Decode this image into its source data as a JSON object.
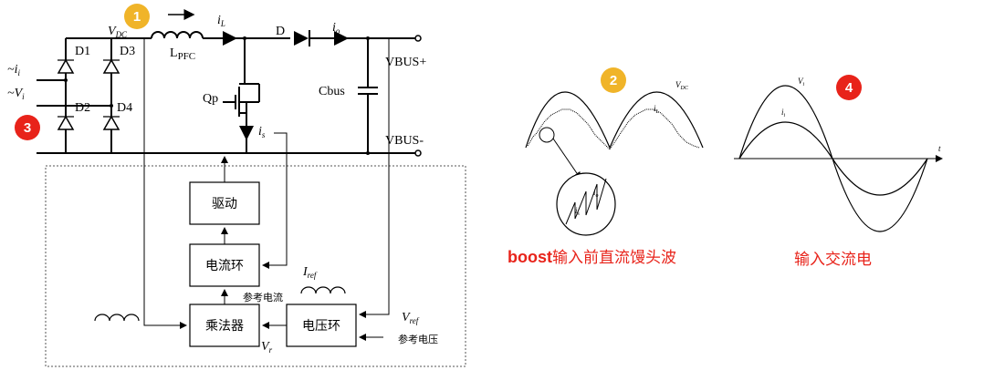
{
  "circuit": {
    "d1": "D1",
    "d2": "D2",
    "d3": "D3",
    "d4": "D4",
    "vdc_main": "V",
    "vdc_sub": "DC",
    "il_main": "i",
    "il_sub": "L",
    "lpfc_main": "L",
    "lpfc_sub": "PFC",
    "diode": "D",
    "io_main": "i",
    "io_sub": "o",
    "vbus_plus": "VBUS+",
    "vbus_minus": "VBUS-",
    "cbus": "Cbus",
    "qp": "Qp",
    "is_main": "i",
    "is_sub": "s",
    "input_i": "~i",
    "input_i_sub": "i",
    "input_v": "~V",
    "input_v_sub": "i"
  },
  "control": {
    "driver": "驱动",
    "current_loop": "电流环",
    "multiplier": "乘法器",
    "voltage_loop": "电压环",
    "ref_current": "参考电流",
    "ref_voltage": "参考电压",
    "iref_main": "I",
    "iref_sub": "ref",
    "vref_main": "V",
    "vref_sub": "ref",
    "vr_main": "V",
    "vr_sub": "r"
  },
  "badges": {
    "b1": "1",
    "b2": "2",
    "b3": "3",
    "b4": "4"
  },
  "badge_colors": {
    "yellow": "#f0b429",
    "red": "#e8231a"
  },
  "wave1": {
    "vdc_label": "V",
    "vdc_sub": "DC",
    "il_label": "i",
    "il_sub": "L",
    "zoom_io": "i",
    "zoom_io_sub": "o",
    "zoom_is": "i",
    "zoom_is_sub": "s",
    "caption_bold": "boost",
    "caption_rest": "输入前直流馒头波"
  },
  "wave2": {
    "vi_label": "V",
    "vi_sub": "i",
    "ii_label": "i",
    "ii_sub": "i",
    "t_label": "t",
    "caption": "输入交流电"
  }
}
